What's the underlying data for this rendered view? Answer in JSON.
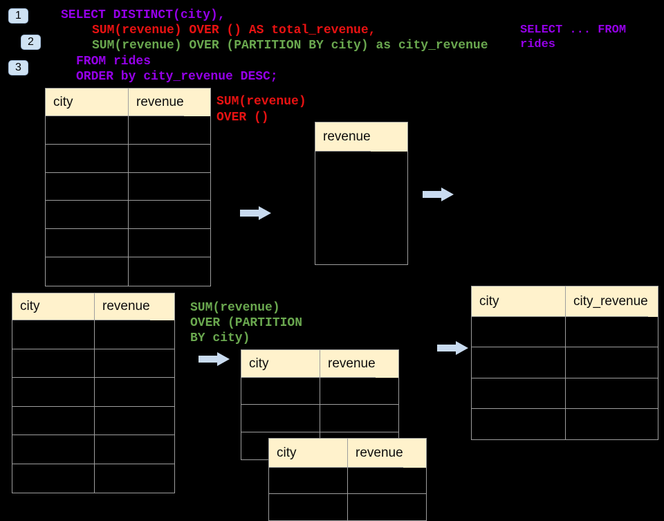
{
  "badges": {
    "labels": [
      "1",
      "2",
      "3"
    ]
  },
  "code": {
    "lines": [
      "SELECT DISTINCT(city),",
      "SUM(revenue) OVER () AS total_revenue,",
      "SUM(revenue) OVER (PARTITION BY city) as city_revenue",
      "FROM rides",
      "ORDER by city_revenue DESC;"
    ]
  },
  "side_note": {
    "lines": [
      "SELECT ... FROM",
      "rides"
    ]
  },
  "annotations": {
    "total_revenue": [
      "SUM(revenue)",
      "OVER ()"
    ],
    "partition": [
      "SUM(revenue)",
      "OVER (PARTITION",
      "BY city)"
    ]
  },
  "tables": {
    "source_top": {
      "columns": [
        "city",
        "revenue"
      ],
      "rows": 6
    },
    "total_revenue": {
      "columns": [
        "revenue"
      ],
      "rows": 4
    },
    "source_bottom": {
      "columns": [
        "city",
        "revenue"
      ],
      "rows": 6
    },
    "partition_back": {
      "columns": [
        "city",
        "revenue"
      ],
      "rows": 3
    },
    "partition_front": {
      "columns": [
        "city",
        "revenue"
      ],
      "rows": 2
    },
    "city_revenue": {
      "columns": [
        "city",
        "city_revenue"
      ],
      "rows": 4
    }
  },
  "colors": {
    "background": "#000000",
    "keyword_purple": "#9500E8",
    "total_red": "#E81212",
    "partition_green": "#6AA84F",
    "table_header_fill": "#FFF2CC",
    "table_border": "#9E9E9E",
    "arrow_fill": "#C9DBF0",
    "badge_fill": "#CFE2F3"
  }
}
